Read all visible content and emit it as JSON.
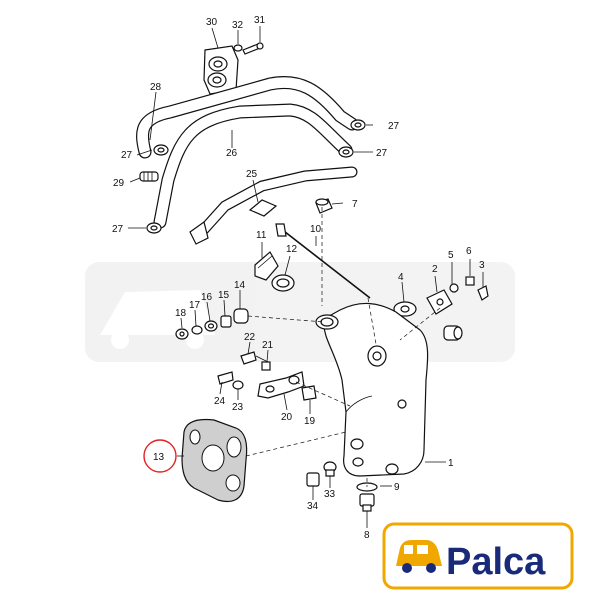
{
  "diagram": {
    "callouts": [
      {
        "id": "c30",
        "label": "30"
      },
      {
        "id": "c32",
        "label": "32"
      },
      {
        "id": "c31",
        "label": "31"
      },
      {
        "id": "c28",
        "label": "28"
      },
      {
        "id": "c27a",
        "label": "27"
      },
      {
        "id": "c27b",
        "label": "27"
      },
      {
        "id": "c26",
        "label": "26"
      },
      {
        "id": "c27c",
        "label": "27"
      },
      {
        "id": "c29",
        "label": "29"
      },
      {
        "id": "c25",
        "label": "25"
      },
      {
        "id": "c7",
        "label": "7"
      },
      {
        "id": "c27d",
        "label": "27"
      },
      {
        "id": "c11",
        "label": "11"
      },
      {
        "id": "c10",
        "label": "10"
      },
      {
        "id": "c12",
        "label": "12"
      },
      {
        "id": "c5",
        "label": "5"
      },
      {
        "id": "c2",
        "label": "2"
      },
      {
        "id": "c6",
        "label": "6"
      },
      {
        "id": "c4",
        "label": "4"
      },
      {
        "id": "c3",
        "label": "3"
      },
      {
        "id": "c18",
        "label": "18"
      },
      {
        "id": "c17",
        "label": "17"
      },
      {
        "id": "c16",
        "label": "16"
      },
      {
        "id": "c15",
        "label": "15"
      },
      {
        "id": "c14",
        "label": "14"
      },
      {
        "id": "c22",
        "label": "22"
      },
      {
        "id": "c21",
        "label": "21"
      },
      {
        "id": "c24",
        "label": "24"
      },
      {
        "id": "c23",
        "label": "23"
      },
      {
        "id": "c20",
        "label": "20"
      },
      {
        "id": "c19",
        "label": "19"
      },
      {
        "id": "c13",
        "label": "13"
      },
      {
        "id": "c1",
        "label": "1"
      },
      {
        "id": "c9",
        "label": "9"
      },
      {
        "id": "c33",
        "label": "33"
      },
      {
        "id": "c34",
        "label": "34"
      },
      {
        "id": "c8",
        "label": "8"
      }
    ],
    "highlight_color": "#e02020"
  },
  "brand": {
    "logo_text": "Palca",
    "logo_color": "#f0a800",
    "text_color": "#1a2a7a"
  }
}
